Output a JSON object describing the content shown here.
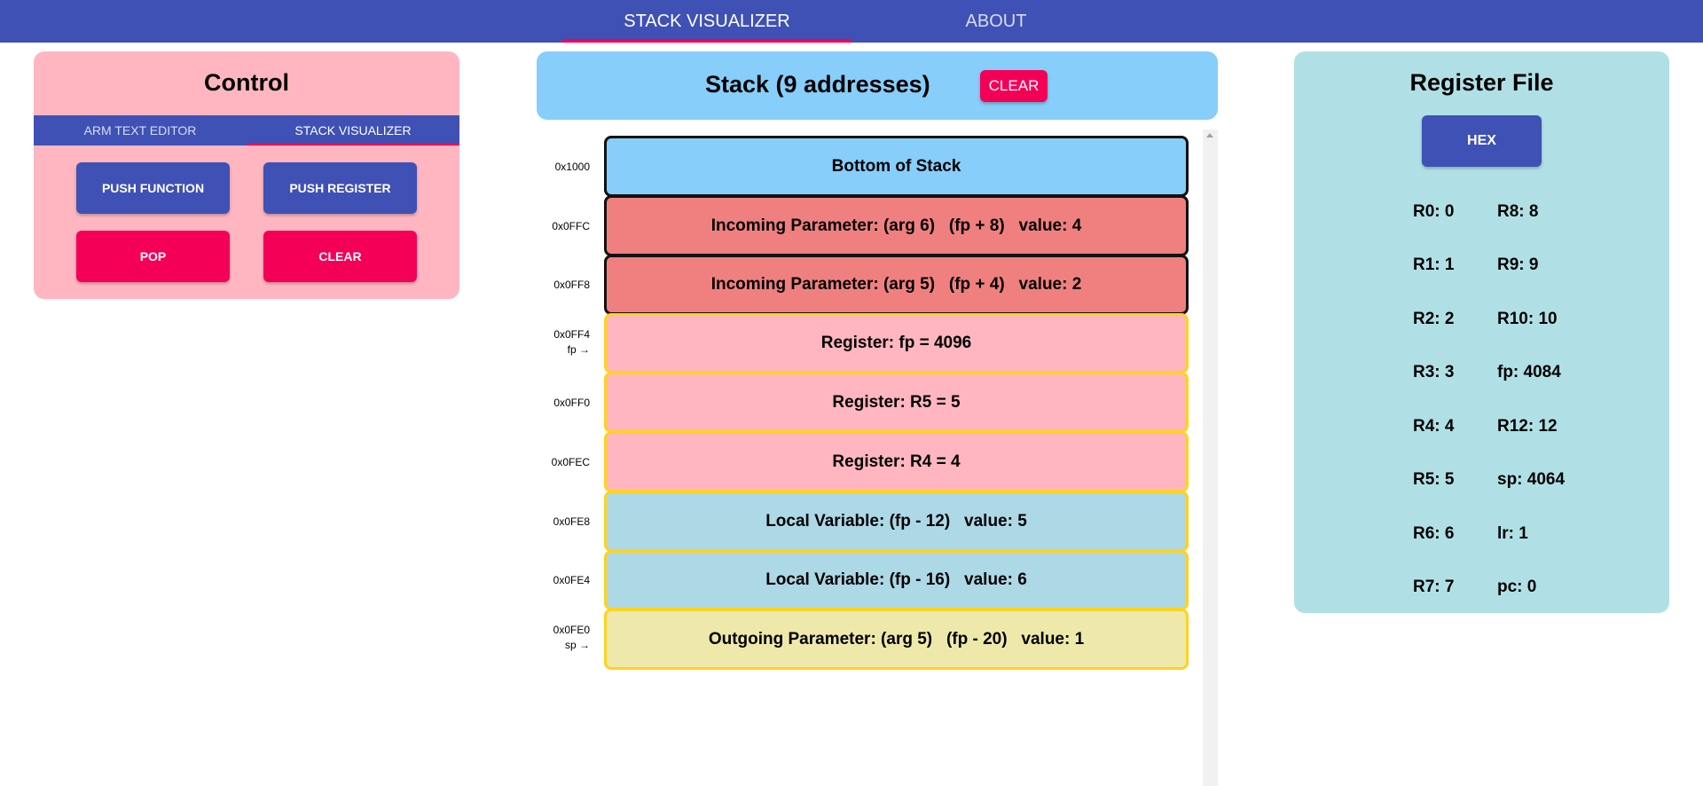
{
  "nav": {
    "tabs": [
      "STACK VISUALIZER",
      "ABOUT"
    ],
    "active_tab": "STACK VISUALIZER",
    "accent_color": "#f50057",
    "bar_color": "#3f51b5"
  },
  "control": {
    "title": "Control",
    "tabs": [
      "ARM TEXT EDITOR",
      "STACK VISUALIZER"
    ],
    "active_tab": "STACK VISUALIZER",
    "buttons": {
      "push_function": "PUSH FUNCTION",
      "push_register": "PUSH REGISTER",
      "pop": "POP",
      "clear": "CLEAR"
    }
  },
  "stack": {
    "title": "Stack (9 addresses)",
    "clear_label": "CLEAR",
    "entries": [
      {
        "address": "0x1000",
        "pointer": "",
        "text": "Bottom of Stack",
        "color": "#87cefa",
        "border": "#111111"
      },
      {
        "address": "0x0FFC",
        "pointer": "",
        "text": "Incoming Parameter: (arg 6)   (fp + 8)   value: 4",
        "color": "#f08080",
        "border": "#111111"
      },
      {
        "address": "0x0FF8",
        "pointer": "",
        "text": "Incoming Parameter: (arg 5)   (fp + 4)   value: 2",
        "color": "#f08080",
        "border": "#111111"
      },
      {
        "address": "0x0FF4",
        "pointer": "fp →",
        "text": "Register: fp = 4096",
        "color": "#ffb6c1",
        "border": "#ffd21f"
      },
      {
        "address": "0x0FF0",
        "pointer": "",
        "text": "Register: R5 = 5",
        "color": "#ffb6c1",
        "border": "#ffd21f"
      },
      {
        "address": "0x0FEC",
        "pointer": "",
        "text": "Register: R4 = 4",
        "color": "#ffb6c1",
        "border": "#ffd21f"
      },
      {
        "address": "0x0FE8",
        "pointer": "",
        "text": "Local Variable: (fp - 12)   value: 5",
        "color": "#add8e6",
        "border": "#ffd21f"
      },
      {
        "address": "0x0FE4",
        "pointer": "",
        "text": "Local Variable: (fp - 16)   value: 6",
        "color": "#add8e6",
        "border": "#ffd21f"
      },
      {
        "address": "0x0FE0",
        "pointer": "sp →",
        "text": "Outgoing Parameter: (arg 5)   (fp - 20)   value: 1",
        "color": "#eee8aa",
        "border": "#ffd21f"
      }
    ]
  },
  "register_file": {
    "title": "Register File",
    "hex_label": "HEX",
    "left_column": [
      "R0: 0",
      "R1: 1",
      "R2: 2",
      "R3: 3",
      "R4: 4",
      "R5: 5",
      "R6: 6",
      "R7: 7"
    ],
    "right_column": [
      "R8: 8",
      "R9: 9",
      "R10: 10",
      "fp: 4084",
      "R12: 12",
      "sp: 4064",
      "lr: 1",
      "pc: 0"
    ]
  }
}
